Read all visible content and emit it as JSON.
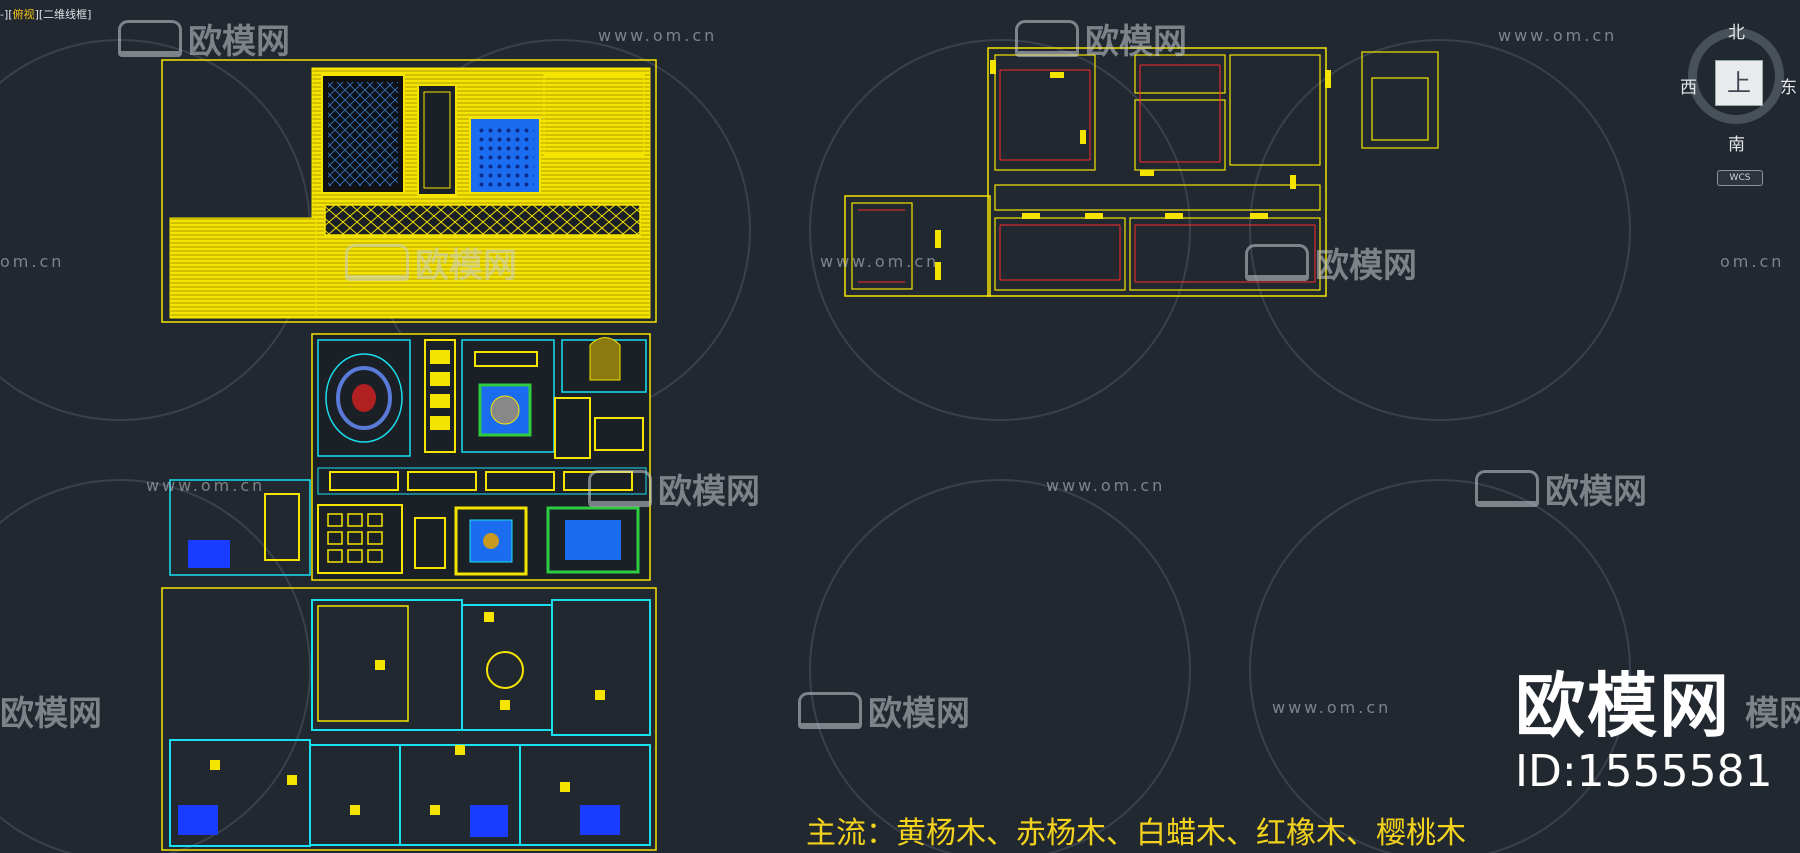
{
  "viewport": {
    "bracket_prefix": "-][",
    "view": "俯视",
    "mid": "][",
    "style": "二维线框",
    "suffix": "]"
  },
  "watermark": {
    "url": "www.om.cn",
    "url_short": "om.cn",
    "logo": "欧模网",
    "logo_cut": "模网",
    "logo_cut2": "欧模网"
  },
  "compass": {
    "north": "北",
    "south": "南",
    "east": "东",
    "west": "西",
    "top": "上",
    "wcs": "WCS"
  },
  "brand": {
    "name": "欧模网",
    "id": "ID:1555581"
  },
  "materials": "主流：黄杨木、赤杨木、白蜡木、红橡木、樱桃木",
  "colors": {
    "background": "#212830",
    "yellow": "#f5e400",
    "cyan": "#18e0f0",
    "red": "#ff2a2a",
    "blue": "#1a3cff"
  }
}
